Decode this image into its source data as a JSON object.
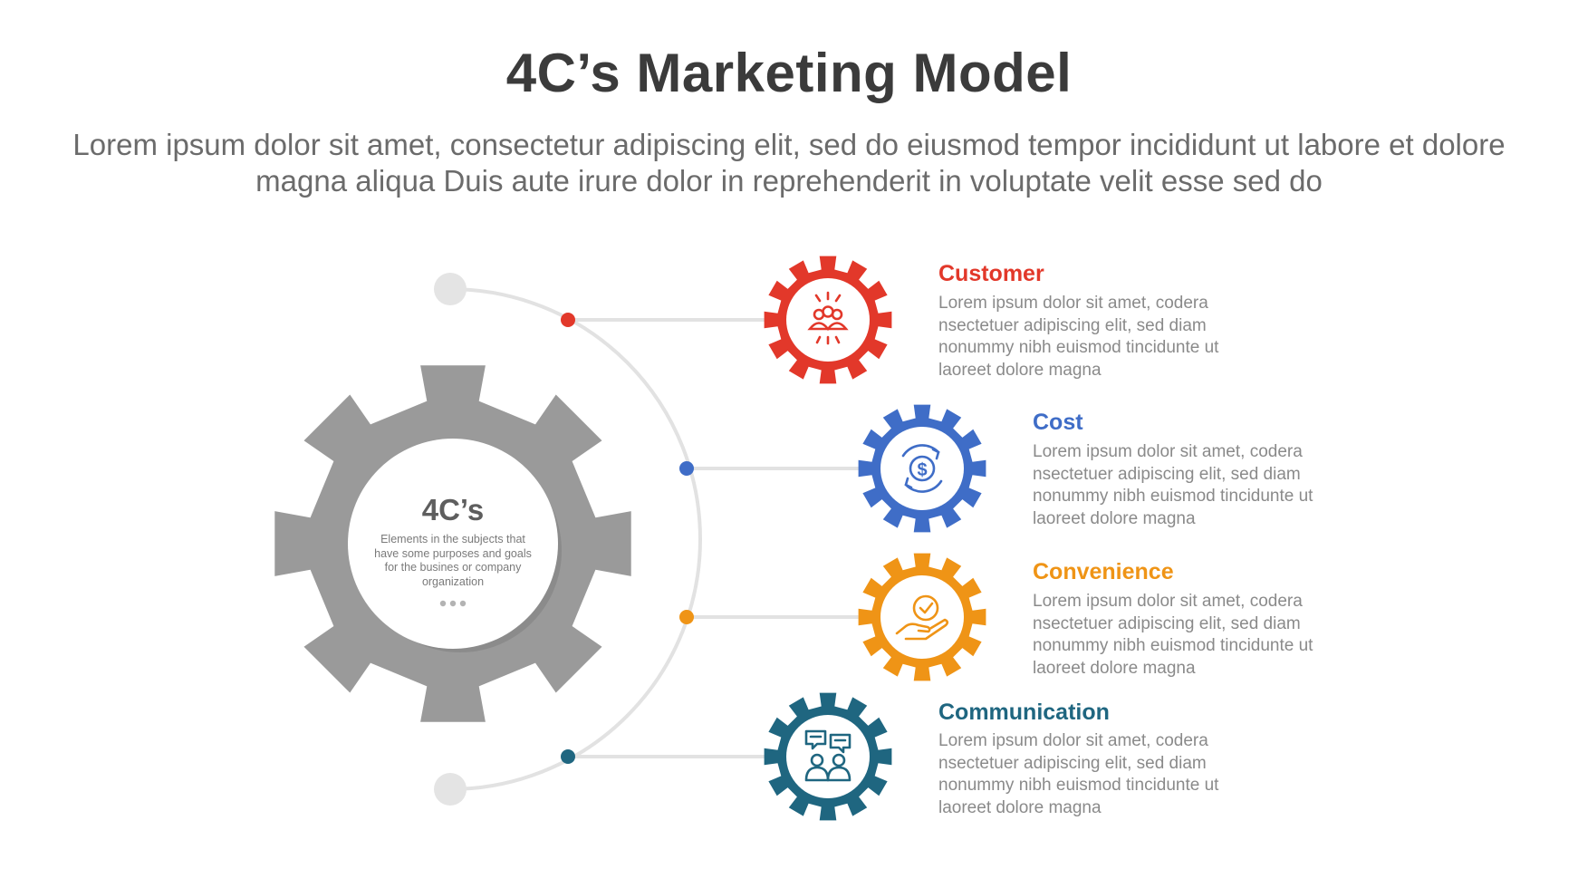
{
  "header": {
    "title": "4C’s Marketing Model",
    "subtitle": "Lorem ipsum dolor sit amet, consectetur adipiscing elit, sed do eiusmod tempor incididunt ut labore et dolore magna aliqua Duis aute irure dolor in reprehenderit in voluptate velit esse sed do"
  },
  "center": {
    "title": "4C’s",
    "description": "Elements in the subjects that have some purposes and goals for the busines or company organization",
    "gear_color": "#9a9a9a",
    "more_icon": "ellipsis-icon"
  },
  "items": [
    {
      "title": "Customer",
      "description": "Lorem ipsum dolor sit amet, codera nsectetuer adipiscing elit, sed diam nonummy nibh euismod tincidunte ut laoreet dolore magna",
      "color": "#e2382a",
      "icon": "group-icon"
    },
    {
      "title": "Cost",
      "description": "Lorem ipsum dolor sit amet, codera nsectetuer adipiscing elit, sed diam nonummy nibh euismod tincidunte ut laoreet dolore magna",
      "color": "#3f6dc7",
      "icon": "dollar-cycle-icon"
    },
    {
      "title": "Convenience",
      "description": "Lorem ipsum dolor sit amet, codera nsectetuer adipiscing elit, sed diam nonummy nibh euismod tincidunte ut laoreet dolore magna",
      "color": "#ef9416",
      "icon": "hand-check-icon"
    },
    {
      "title": "Communication",
      "description": "Lorem ipsum dolor sit amet, codera nsectetuer adipiscing elit, sed diam nonummy nibh euismod tincidunte ut laoreet dolore magna",
      "color": "#1f6680",
      "icon": "chat-people-icon"
    }
  ],
  "colors": {
    "arc": "#e2e2e2",
    "endpoint": "#e4e4e4",
    "title_text": "#3b3b3b",
    "body_text": "#8a8a8a"
  }
}
